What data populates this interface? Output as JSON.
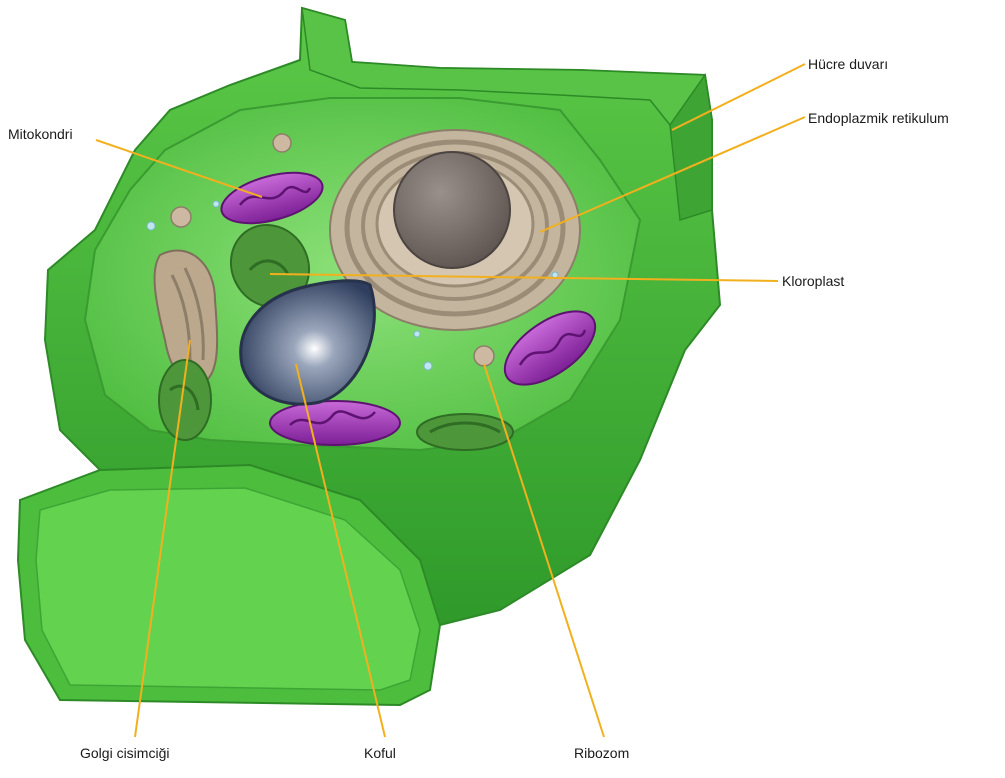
{
  "labels": {
    "mitochondria": "Mitokondri",
    "cell_wall": "Hücre duvarı",
    "endoplasmic_reticulum": "Endoplazmik retikulum",
    "chloroplast": "Kloroplast",
    "golgi": "Golgi cisimciği",
    "vacuole": "Koful",
    "ribosome": "Ribozom"
  },
  "colors": {
    "leader_line": "#f2b01e",
    "cell_wall": "#45b03a",
    "cytoplasm": "#6ccf57",
    "mitochondria": "#9b30b5",
    "chloroplast": "#4f9a38",
    "golgi": "#b7a48a",
    "nucleus": "#7a6e69",
    "vacuole": "#566a8e"
  }
}
